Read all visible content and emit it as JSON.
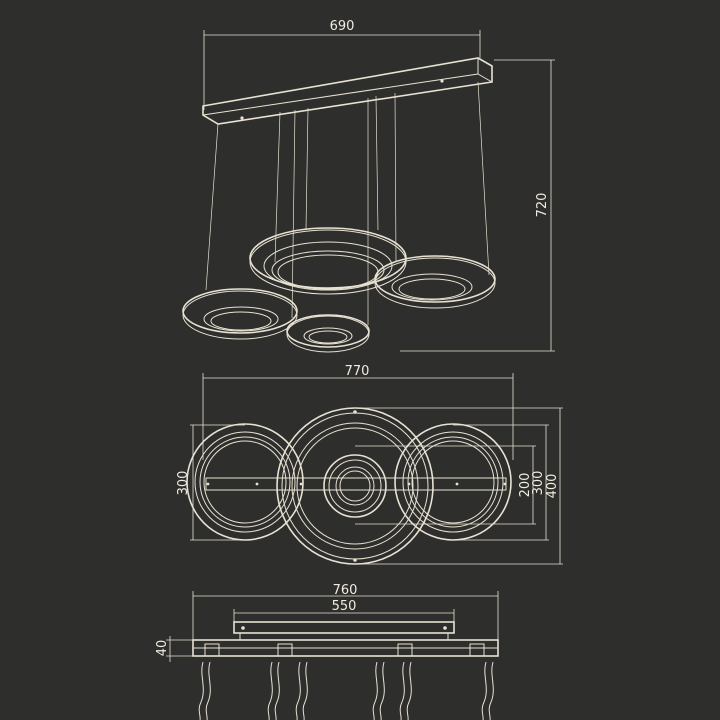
{
  "colors": {
    "background": "#2e2e2d",
    "line": "#e8e2d2"
  },
  "views": {
    "perspective": {
      "width_label": "690",
      "height_label": "720"
    },
    "top": {
      "width_label": "770",
      "left_ring_label": "300",
      "inner_label": "200",
      "right_inner_label": "300",
      "depth_label": "400"
    },
    "front": {
      "overall_label": "760",
      "canopy_label": "550",
      "canopy_height_label": "40"
    }
  }
}
